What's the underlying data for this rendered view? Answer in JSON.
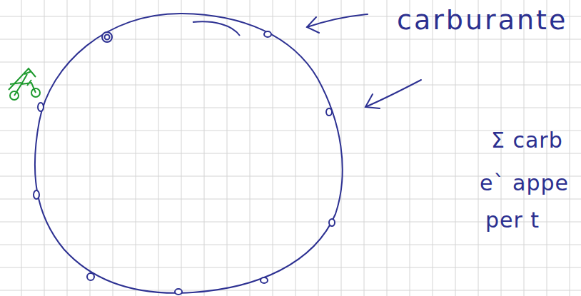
{
  "diagram": {
    "labels": [
      "carburante",
      "Σ carb",
      "e` appe",
      "per t"
    ]
  }
}
